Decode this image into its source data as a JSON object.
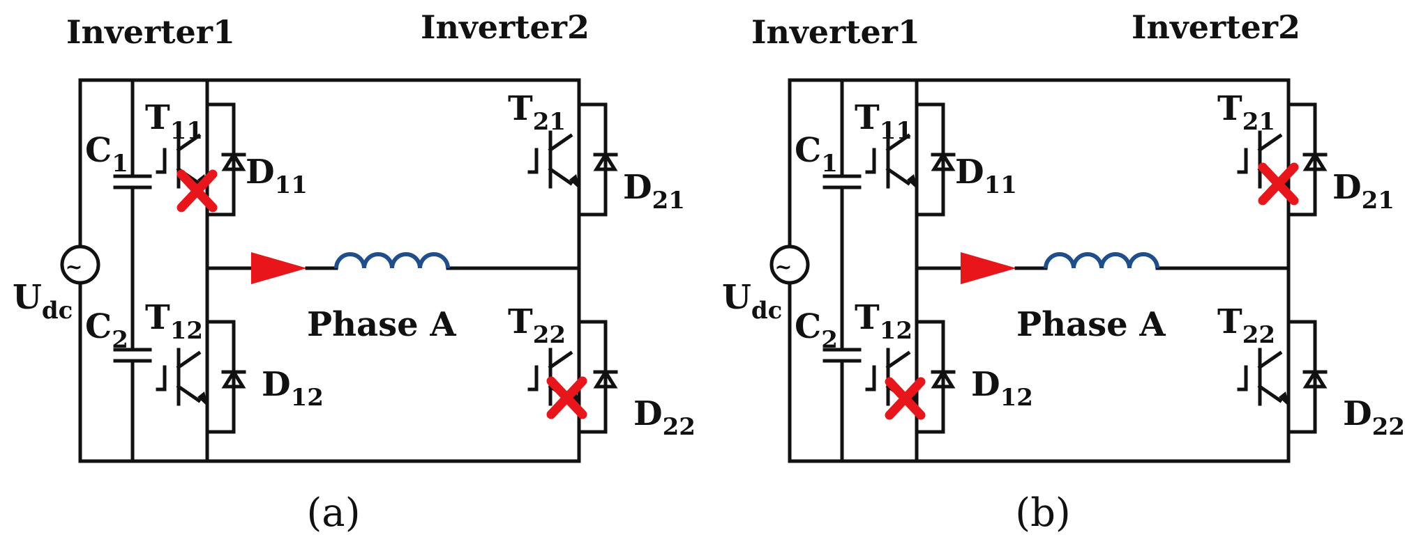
{
  "panels": [
    {
      "caption": "(a)",
      "inverter_left": "Inverter1",
      "inverter_right": "Inverter2",
      "source": {
        "label": "U",
        "sub": "dc"
      },
      "capacitors": [
        {
          "label": "C",
          "sub": "1"
        },
        {
          "label": "C",
          "sub": "2"
        }
      ],
      "switches": [
        {
          "t": "T",
          "t_sub": "11",
          "d": "D",
          "d_sub": "11",
          "faulty": true
        },
        {
          "t": "T",
          "t_sub": "12",
          "d": "D",
          "d_sub": "12",
          "faulty": false
        },
        {
          "t": "T",
          "t_sub": "21",
          "d": "D",
          "d_sub": "21",
          "faulty": false
        },
        {
          "t": "T",
          "t_sub": "22",
          "d": "D",
          "d_sub": "22",
          "faulty": true
        }
      ],
      "phase_label": "Phase A"
    },
    {
      "caption": "(b)",
      "inverter_left": "Inverter1",
      "inverter_right": "Inverter2",
      "source": {
        "label": "U",
        "sub": "dc"
      },
      "capacitors": [
        {
          "label": "C",
          "sub": "1"
        },
        {
          "label": "C",
          "sub": "2"
        }
      ],
      "switches": [
        {
          "t": "T",
          "t_sub": "11",
          "d": "D",
          "d_sub": "11",
          "faulty": false
        },
        {
          "t": "T",
          "t_sub": "12",
          "d": "D",
          "d_sub": "12",
          "faulty": true
        },
        {
          "t": "T",
          "t_sub": "21",
          "d": "D",
          "d_sub": "21",
          "faulty": true
        },
        {
          "t": "T",
          "t_sub": "22",
          "d": "D",
          "d_sub": "22",
          "faulty": false
        }
      ],
      "phase_label": "Phase A"
    }
  ],
  "colors": {
    "wire": "#111111",
    "fault_mark": "#e8161b",
    "current_arrow": "#e8161b",
    "inductor": "#1f4e8c"
  }
}
